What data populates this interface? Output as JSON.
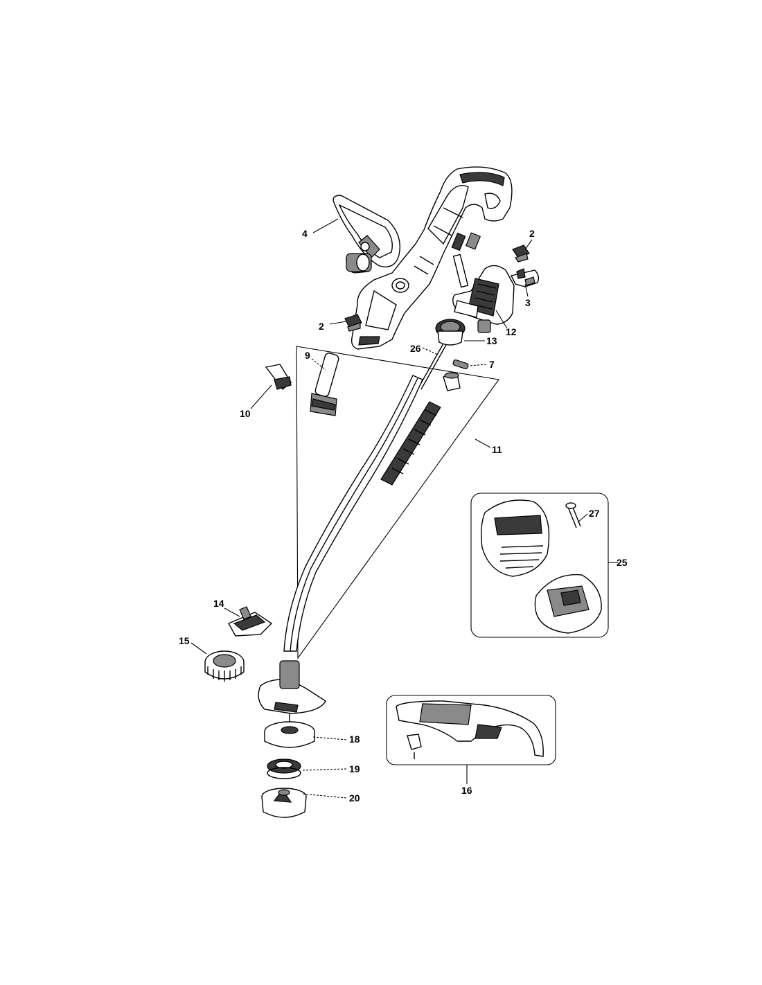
{
  "colors": {
    "line": "#000000",
    "shade": "#8a8a8a",
    "dark": "#3a3a3a",
    "background": "#ffffff"
  },
  "labels": {
    "l2a": "2",
    "l2b": "2",
    "l3": "3",
    "l4": "4",
    "l7": "7",
    "l9": "9",
    "l10": "10",
    "l11": "11",
    "l12": "12",
    "l13": "13",
    "l14": "14",
    "l15": "15",
    "l16": "16",
    "l18": "18",
    "l19": "19",
    "l20": "20",
    "l25": "25",
    "l26": "26",
    "l27": "27"
  }
}
